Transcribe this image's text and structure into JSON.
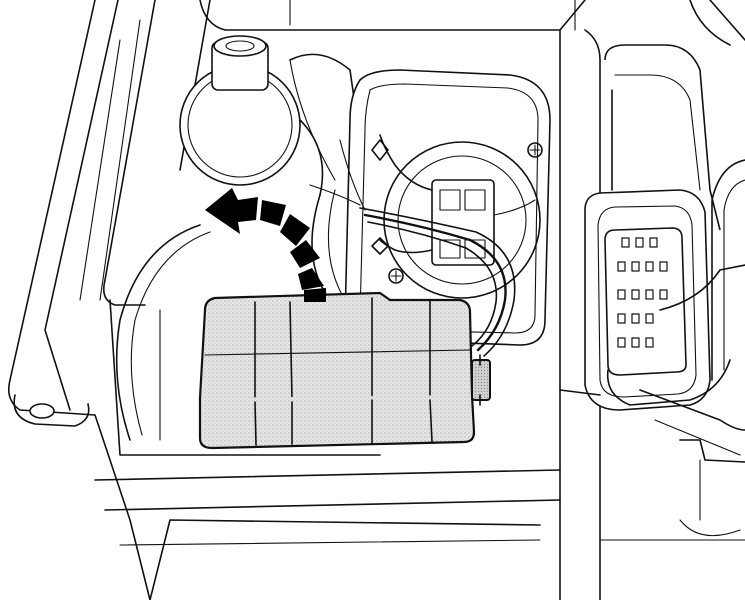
{
  "figure": {
    "palette": {
      "line": "#111111",
      "background": "#ffffff",
      "shading": "#d9d9d9",
      "arrow": "#000000"
    },
    "icons": {
      "arrow": "curved-dashed-arrow-icon",
      "screw": "screw-head-icon"
    },
    "parts": {
      "housing": "headlight-housing",
      "module": "ballast-control-module",
      "connector": "multi-pin-connector",
      "bulb": "bulb-socket",
      "wiring": "wiring-harness"
    }
  }
}
